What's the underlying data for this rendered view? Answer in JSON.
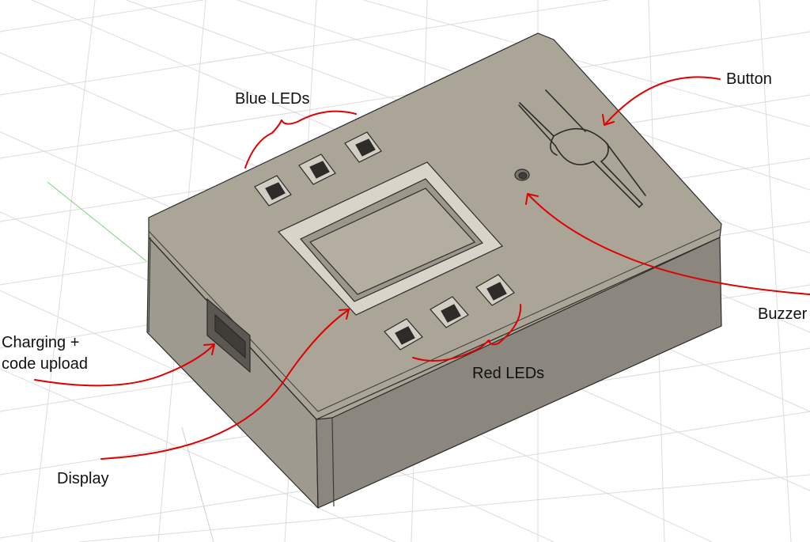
{
  "labels": {
    "blue_leds": "Blue LEDs",
    "button": "Button",
    "buzzer": "Buzzer",
    "charging": "Charging + code upload",
    "red_leds": "Red LEDs",
    "display": "Display"
  },
  "colors": {
    "annotation": "#e00000",
    "enclosure_top": "#aaa597",
    "enclosure_front": "#8b877e",
    "enclosure_side": "#9e9a90",
    "grid": "#d9d9d9",
    "edge": "#2b2b2b"
  }
}
